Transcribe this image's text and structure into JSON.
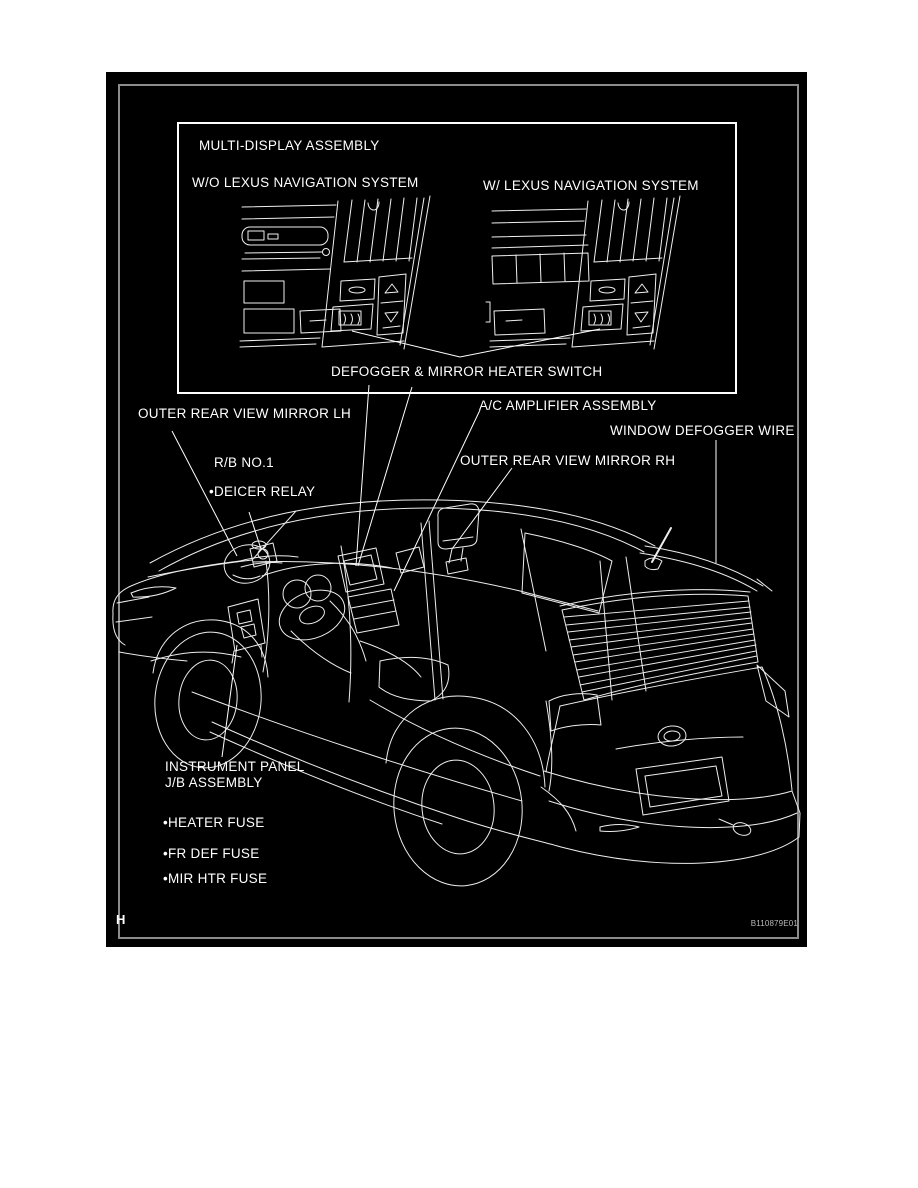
{
  "diagram": {
    "background_color": "#000000",
    "line_color": "#ffffff",
    "page_marker": "H",
    "figure_code": "B110879E01"
  },
  "inset": {
    "title": "MULTI-DISPLAY ASSEMBLY",
    "variant_without_nav": "W/O LEXUS NAVIGATION SYSTEM",
    "variant_with_nav": "W/ LEXUS NAVIGATION SYSTEM",
    "switch_label": "DEFOGGER & MIRROR HEATER SWITCH"
  },
  "component_labels": {
    "outer_mirror_lh": "OUTER REAR VIEW MIRROR LH",
    "ac_amplifier": "A/C AMPLIFIER ASSEMBLY",
    "window_defogger_wire": "WINDOW DEFOGGER WIRE",
    "relay_block": "R/B NO.1",
    "outer_mirror_rh": "OUTER REAR VIEW MIRROR RH",
    "deicer_relay": "•DEICER RELAY",
    "instrument_panel_jb_line1": "INSTRUMENT PANEL",
    "instrument_panel_jb_line2": "J/B ASSEMBLY",
    "heater_fuse": "•HEATER FUSE",
    "fr_def_fuse": "•FR DEF FUSE",
    "mir_htr_fuse": "•MIR HTR FUSE"
  }
}
